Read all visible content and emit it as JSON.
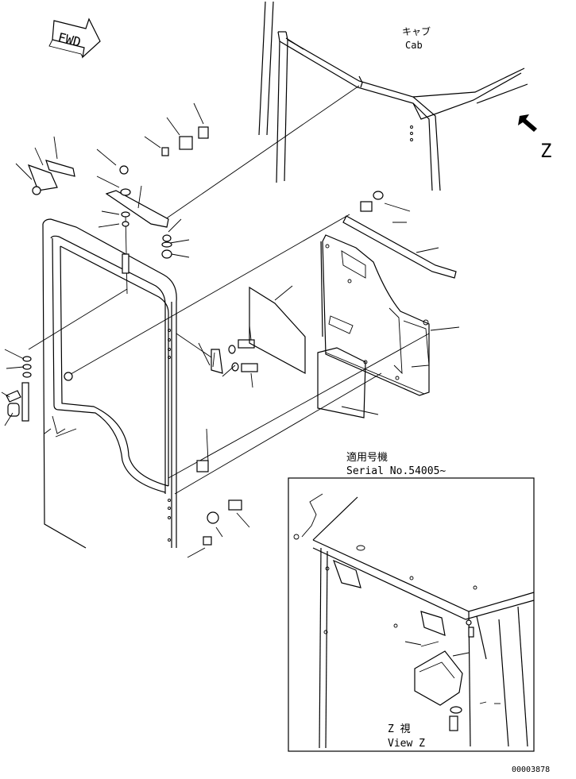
{
  "labels": {
    "fwd": "FWD",
    "cab_jp": "キャブ",
    "cab_en": "Cab",
    "view_letter": "Z",
    "serial_jp": "適用号機",
    "serial_en": "Serial No.54005~",
    "view_jp": "Z 視",
    "view_en": "View Z",
    "drawing_number": "00003878"
  }
}
